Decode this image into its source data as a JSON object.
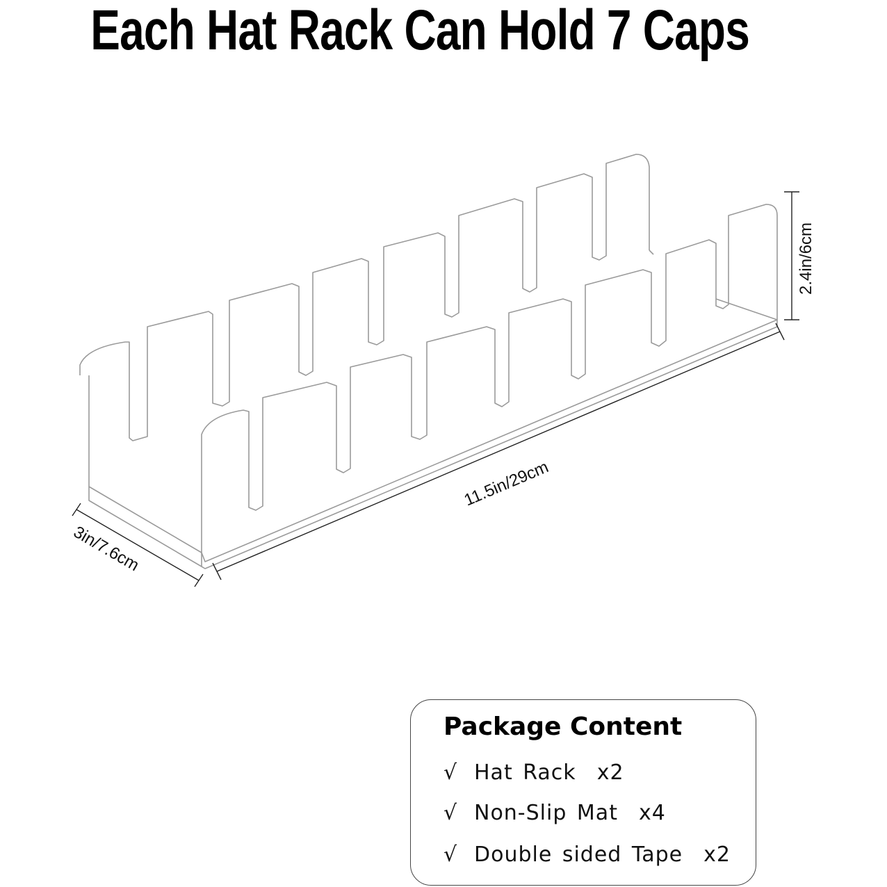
{
  "headline": "Each Hat Rack Can Hold 7 Caps",
  "dimensions": {
    "length": "11.5in/29cm",
    "depth": "3in/7.6cm",
    "height": "2.4in/6cm"
  },
  "package": {
    "title": "Package Content",
    "check_mark": "√",
    "items": [
      {
        "name": "Hat Rack",
        "qty": "x2"
      },
      {
        "name": "Non-Slip Mat",
        "qty": "x4"
      },
      {
        "name": "Double sided Tape",
        "qty": "x2"
      }
    ]
  },
  "colors": {
    "outline": "#9a9a9a",
    "dimension_line": "#222222",
    "text": "#000000"
  }
}
